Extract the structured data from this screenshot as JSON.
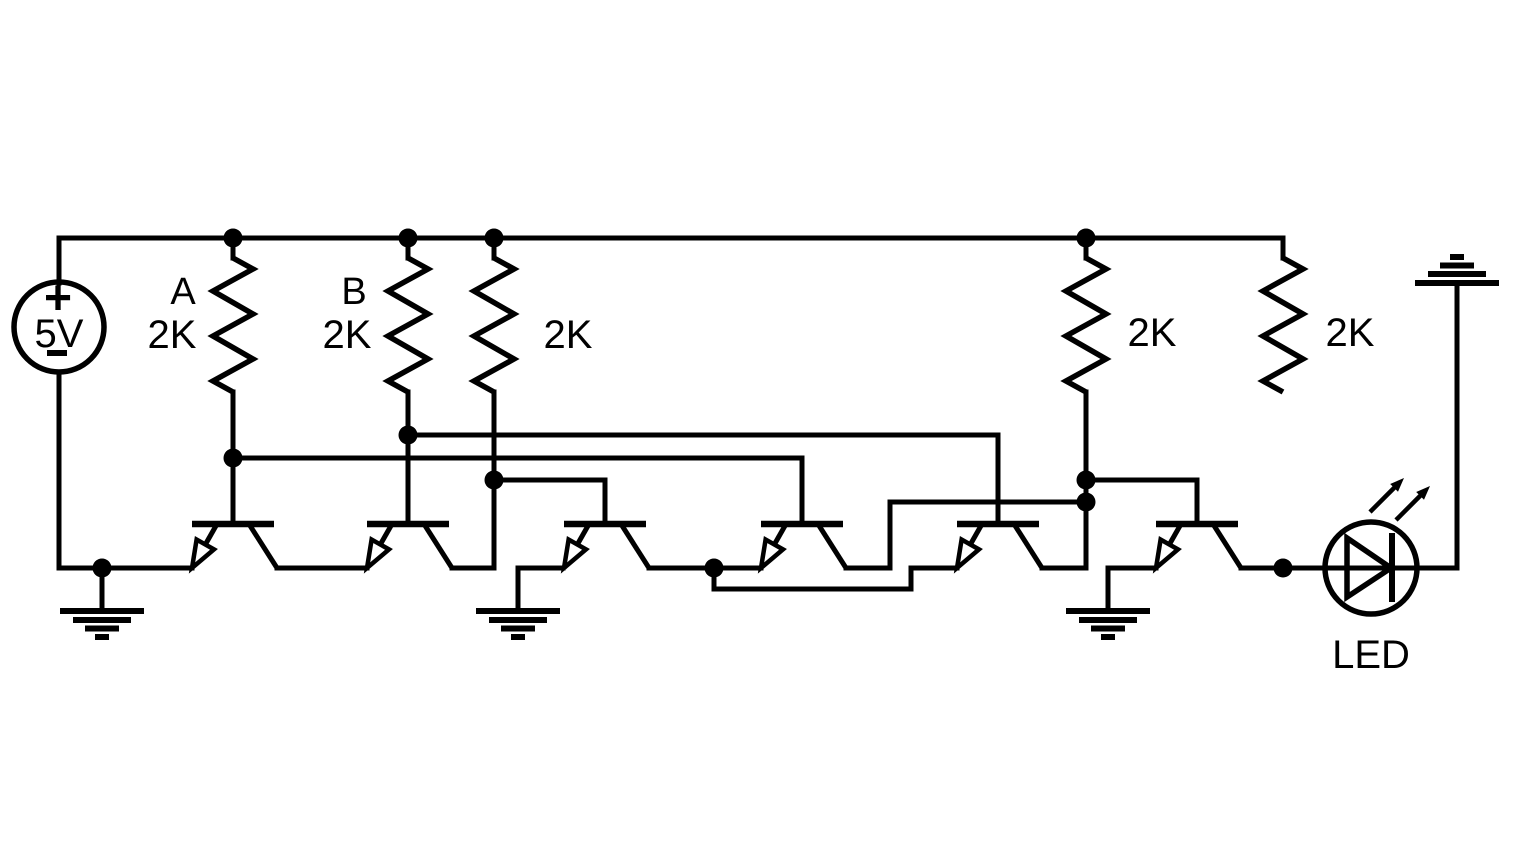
{
  "page": {
    "background": "#ffffff",
    "ink_color": "#000000"
  },
  "labels": {
    "source_plus": "+",
    "source_value": "5V",
    "input_a": "A",
    "resistor_a_value": "2K",
    "input_b": "B",
    "resistor_b_value": "2K",
    "resistor_c_value": "2K",
    "resistor_d_value": "2K",
    "resistor_e_value": "2K",
    "led": "LED"
  },
  "components": {
    "power_source": "5V",
    "resistors": [
      "A 2K",
      "B 2K",
      "2K",
      "2K",
      "2K"
    ],
    "transistors": {
      "count": 6,
      "type": "NPN"
    },
    "output_device": "LED",
    "ground_symbols": 4
  }
}
